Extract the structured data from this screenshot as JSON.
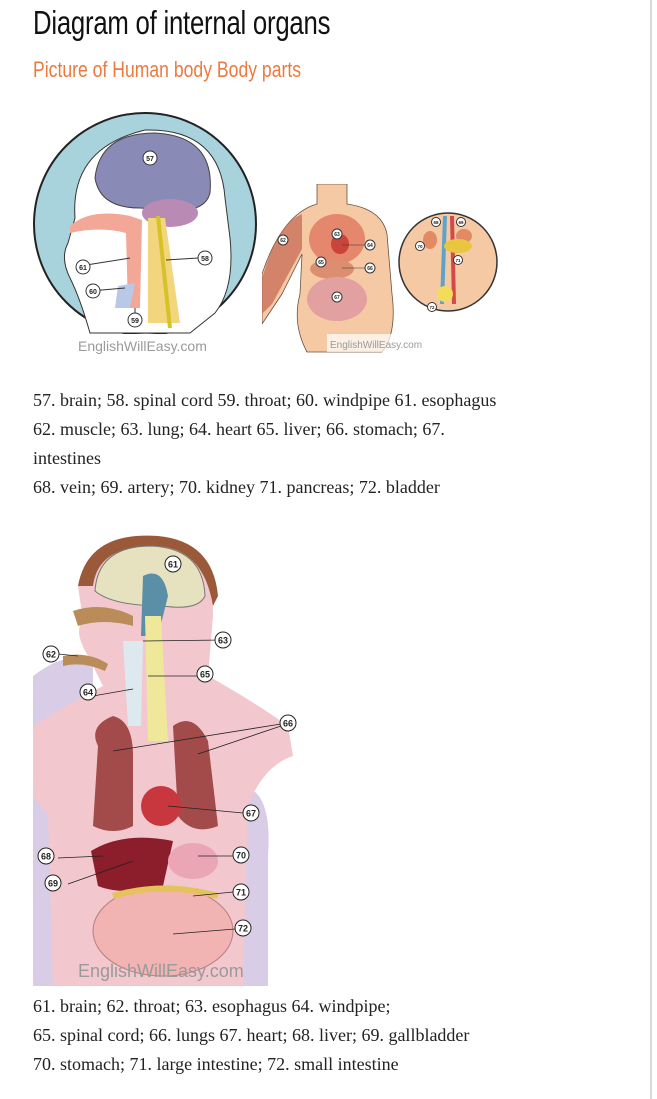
{
  "title": "Diagram of internal organs",
  "subtitle": "Picture of Human body Body parts",
  "figure1": {
    "watermark_left": "EnglishWillEasy.com",
    "watermark_right": "EnglishWillEasy.com",
    "head_labels": [
      "57",
      "58",
      "59",
      "60",
      "61"
    ],
    "body_labels": [
      "62",
      "63",
      "64",
      "65",
      "66",
      "67"
    ],
    "inset_labels": [
      "68",
      "69",
      "70",
      "71",
      "72"
    ]
  },
  "caption1": [
    "57.  brain; 58.  spinal cord  59.  throat; 60.  windpipe  61.  esophagus",
    "62.  muscle; 63.  lung; 64.  heart  65.  liver; 66.  stomach; 67.",
    "intestines",
    "68.  vein; 69.  artery; 70.  kidney  71.  pancreas; 72.  bladder"
  ],
  "figure2": {
    "watermark": "EnglishWillEasy.com",
    "labels": [
      "61",
      "62",
      "63",
      "64",
      "65",
      "66",
      "67",
      "68",
      "69",
      "70",
      "71",
      "72"
    ]
  },
  "caption2": [
    "61. brain; 62. throat; 63. esophagus  64. windpipe;",
    "65. spinal cord; 66. lungs  67. heart; 68. liver; 69. gallbladder",
    "70. stomach; 71. large intestine; 72. small intestine"
  ]
}
